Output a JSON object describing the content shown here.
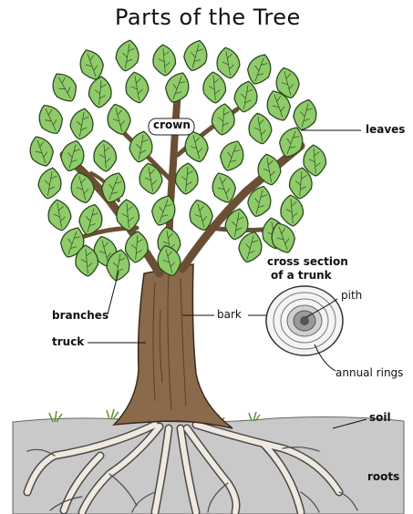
{
  "title": "Parts of the Tree",
  "labels": {
    "crown": "crown",
    "leaves": "leaves",
    "branches": "branches",
    "truck": "truck",
    "bark": "bark",
    "cross_section_line1": "cross section",
    "cross_section_line2": "of a trunk",
    "pith": "pith",
    "annual_rings": "annual rings",
    "soil": "soil",
    "roots": "roots"
  },
  "colors": {
    "leaf": "#8fcb6a",
    "leaf_outline": "#2c4a1e",
    "trunk": "#8a6a4a",
    "trunk_dark": "#5a3e27",
    "soil": "#c8c8c8",
    "root": "#efe9df",
    "grass": "#6a9c3a"
  }
}
